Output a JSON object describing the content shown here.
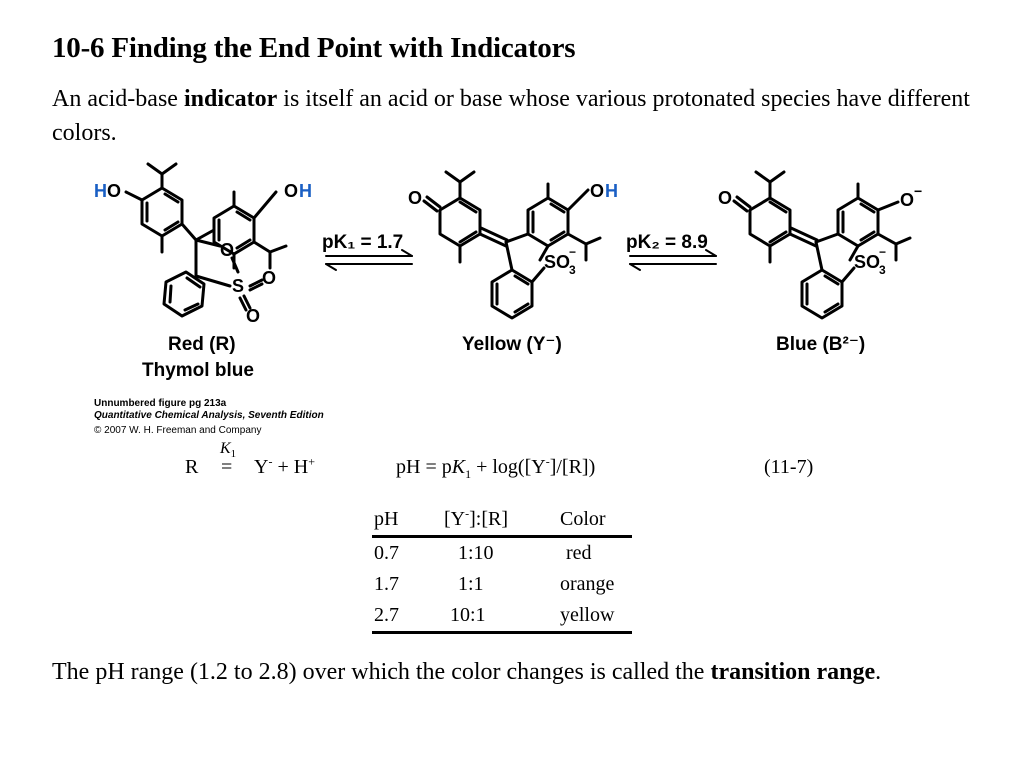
{
  "slide": {
    "title": "10-6 Finding the End Point with Indicators",
    "intro": {
      "part1": "An acid-base ",
      "bold": "indicator",
      "part2": " is itself an acid or base whose various protonated species have different colors."
    },
    "outro": {
      "part1": "The pH range (1.2 to 2.8) over which the color changes is called the ",
      "bold": "transition range",
      "part2": "."
    }
  },
  "figure": {
    "pk1": "pK₁ = 1.7",
    "pk2": "pK₂ = 8.9",
    "red_label": "Red (R)",
    "name_label": "Thymol blue",
    "yellow_label": "Yellow (Y⁻)",
    "blue_label": "Blue (B²⁻)",
    "credit_line1": "Unnumbered figure pg 213a",
    "credit_line2": "Quantitative Chemical Analysis, Seventh Edition",
    "credit_line3": "© 2007 W. H. Freeman and Company",
    "colors": {
      "proton_hydrogen": "#1a5fc4"
    }
  },
  "equation": {
    "reaction_left": "R",
    "k_symbol": "K",
    "k_sub": "1",
    "eq_sign": "=",
    "reaction_y": "Y",
    "reaction_y_sup": "-",
    "reaction_h": " + H",
    "reaction_h_sup": "+",
    "ph_prefix": "pH = p",
    "ph_k": "K",
    "ph_k_sub": "1",
    "ph_log": " + log([Y",
    "ph_log_sup": "-",
    "ph_log_end": "]/[R])",
    "number": "(11-7)"
  },
  "table": {
    "headers": {
      "ph": "pH",
      "ratio_pre": "[Y",
      "ratio_sup": "-",
      "ratio_post": "]:[R]",
      "color": "Color"
    },
    "rows": [
      {
        "ph": "0.7",
        "ratio": "1:10",
        "color": "red"
      },
      {
        "ph": "1.7",
        "ratio": "1:1",
        "color": "orange"
      },
      {
        "ph": "2.7",
        "ratio": "10:1",
        "color": "yellow"
      }
    ]
  }
}
